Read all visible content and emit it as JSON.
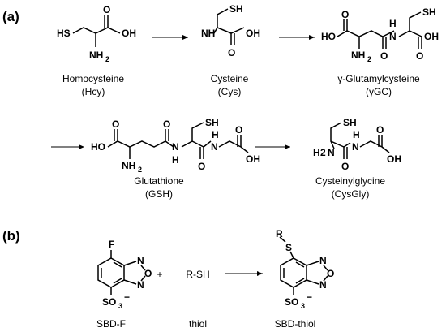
{
  "panels": {
    "a": "(a)",
    "b": "(b)"
  },
  "molecules": {
    "hcy": {
      "name": "Homocysteine",
      "abbr": "(Hcy)"
    },
    "cys": {
      "name": "Cysteine",
      "abbr": "(Cys)"
    },
    "ygc": {
      "name": "γ-Glutamylcysteine",
      "abbr": "(γGC)"
    },
    "gsh": {
      "name": "Glutathione",
      "abbr": "(GSH)"
    },
    "cysgly": {
      "name": "Cysteinylglycine",
      "abbr": "(CysGly)"
    }
  },
  "atoms": {
    "sh": "SH",
    "hs": "HS",
    "oh": "OH",
    "ho": "HO",
    "nh": "NH",
    "n": "N",
    "h": "H",
    "o": "O",
    "f": "F",
    "s": "S",
    "r": "R",
    "so3": "SO",
    "three": "3",
    "two": "2",
    "minus": "−"
  },
  "reaction_b": {
    "reagent": "SBD-F",
    "thiol_formula": "R-SH",
    "thiol_label": "thiol",
    "product": "SBD-thiol",
    "plus": "+"
  }
}
